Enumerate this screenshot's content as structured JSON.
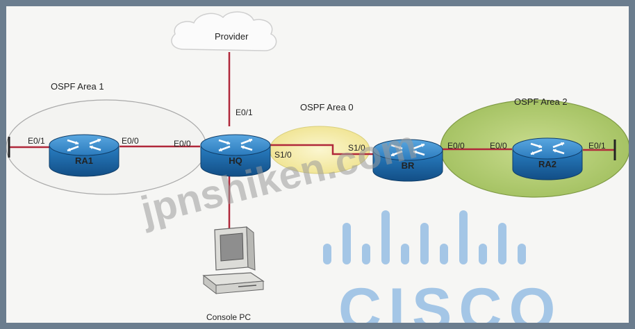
{
  "areas": {
    "area1": "OSPF Area 1",
    "area0": "OSPF Area 0",
    "area2": "OSPF Area 2"
  },
  "cloud": {
    "label": "Provider"
  },
  "routers": {
    "ra1": "RA1",
    "hq": "HQ",
    "br": "BR",
    "ra2": "RA2"
  },
  "interfaces": {
    "ra1_left": "E0/1",
    "ra1_right": "E0/0",
    "hq_left": "E0/0",
    "hq_top": "E0/1",
    "hq_right": "S1/0",
    "br_left": "S1/0",
    "br_right": "E0/0",
    "ra2_left": "E0/0",
    "ra2_right": "E0/1"
  },
  "pc": {
    "label": "Console PC"
  },
  "watermark": "jpnshiken.com",
  "logo": {
    "word": "CISCO"
  },
  "colors": {
    "link": "#b0283a",
    "router": "#1f6fb0",
    "area1_fill": "#f1f1ef",
    "area0_fill": "#f6efb0",
    "area2_fill": "#b9d07a",
    "logo": "#a4c6e6"
  }
}
